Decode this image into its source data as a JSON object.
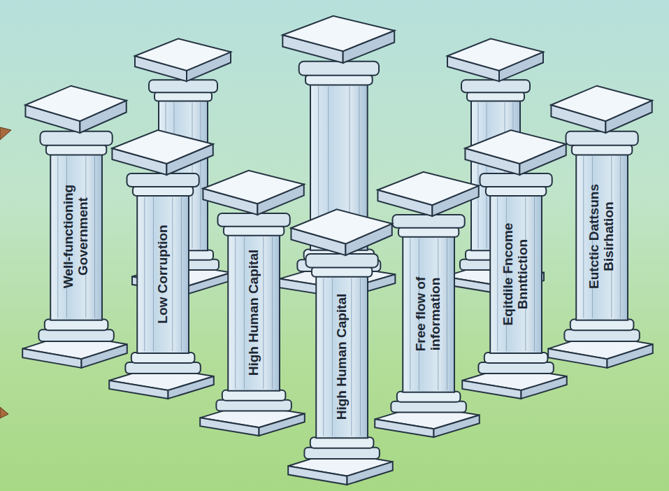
{
  "diagram": {
    "nodes": [
      {
        "text": [
          "Well-functioning Government"
        ]
      },
      {
        "text": [
          "Low Corruption"
        ]
      },
      {
        "text": [
          "High Human Capital"
        ]
      },
      {
        "text": [
          "High Human Capital"
        ]
      },
      {
        "text": [
          "Free flow of information"
        ]
      },
      {
        "text": [
          "Eqitdile Fncome Bnnttiction"
        ]
      },
      {
        "text": [
          "Eutctic Dattsuns Bisirhation"
        ]
      }
    ],
    "edges": []
  }
}
